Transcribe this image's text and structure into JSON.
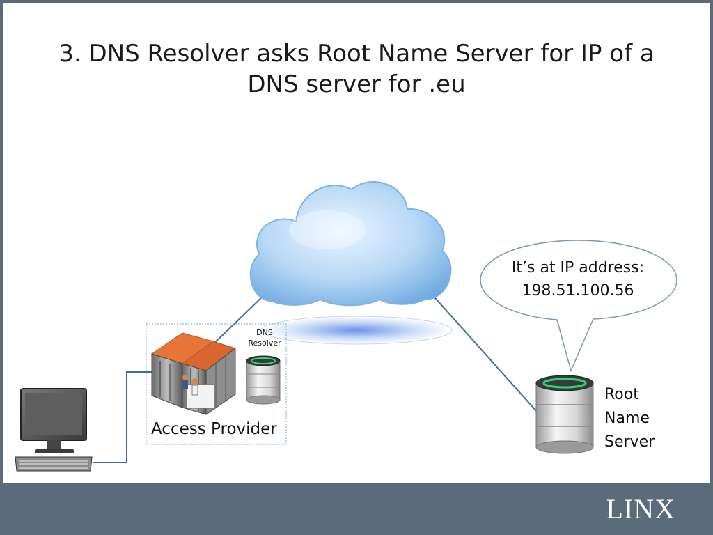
{
  "slide": {
    "title_lines": [
      "3. DNS Resolver asks Root Name Server for IP of a",
      "DNS server for .eu"
    ]
  },
  "diagram": {
    "dns_resolver_label": [
      "DNS",
      "Resolver"
    ],
    "access_provider_label": "Access Provider",
    "root_name_server_label": [
      "Root",
      "Name",
      "Server"
    ],
    "speech_bubble_lines": [
      "It’s at IP address:",
      "198.51.100.56"
    ]
  },
  "brand": {
    "logo_text": "LINX"
  },
  "colors": {
    "frame": "#5b6b7a",
    "link": "#3e6aa8",
    "cloud": "#b9d9f5",
    "server_ring": "#2bd87a"
  },
  "icons": [
    "cloud-icon",
    "desktop-computer-icon",
    "server-room-icon",
    "database-server-icon",
    "speech-bubble-icon"
  ]
}
